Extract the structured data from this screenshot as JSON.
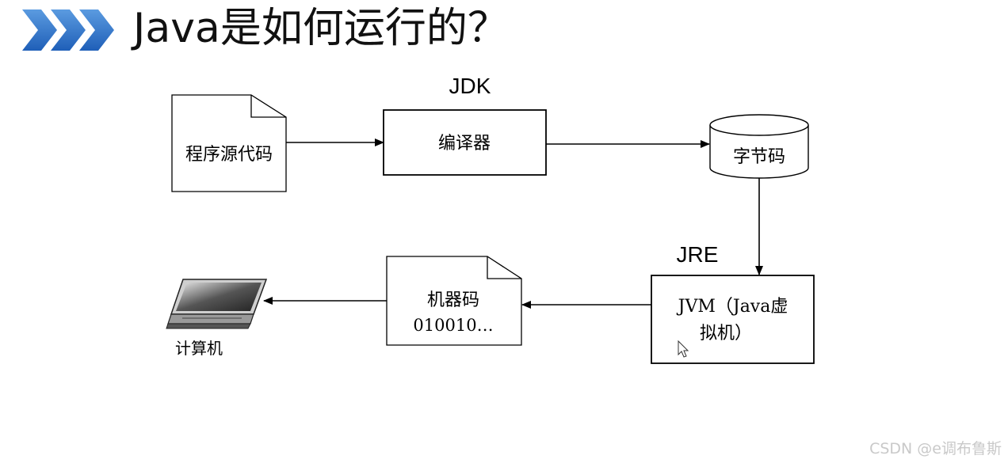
{
  "header": {
    "title": "Java是如何运行的？"
  },
  "diagram": {
    "nodes": {
      "source": {
        "label": "程序源代码"
      },
      "jdk": {
        "label": "JDK"
      },
      "compiler": {
        "label": "编译器"
      },
      "bytecode": {
        "label": "字节码"
      },
      "jre": {
        "label": "JRE"
      },
      "jvm": {
        "label_line1": "JVM（Java虚",
        "label_line2": "拟机）"
      },
      "machine_code": {
        "label_line1": "机器码",
        "label_line2": "010010…"
      },
      "computer": {
        "label": "计算机"
      }
    }
  },
  "watermark": {
    "text": "CSDN @e调布鲁斯"
  },
  "colors": {
    "chevron_dark": "#1f5fb8",
    "chevron_light": "#5b9be0",
    "stroke": "#000000",
    "fill": "#ffffff"
  }
}
